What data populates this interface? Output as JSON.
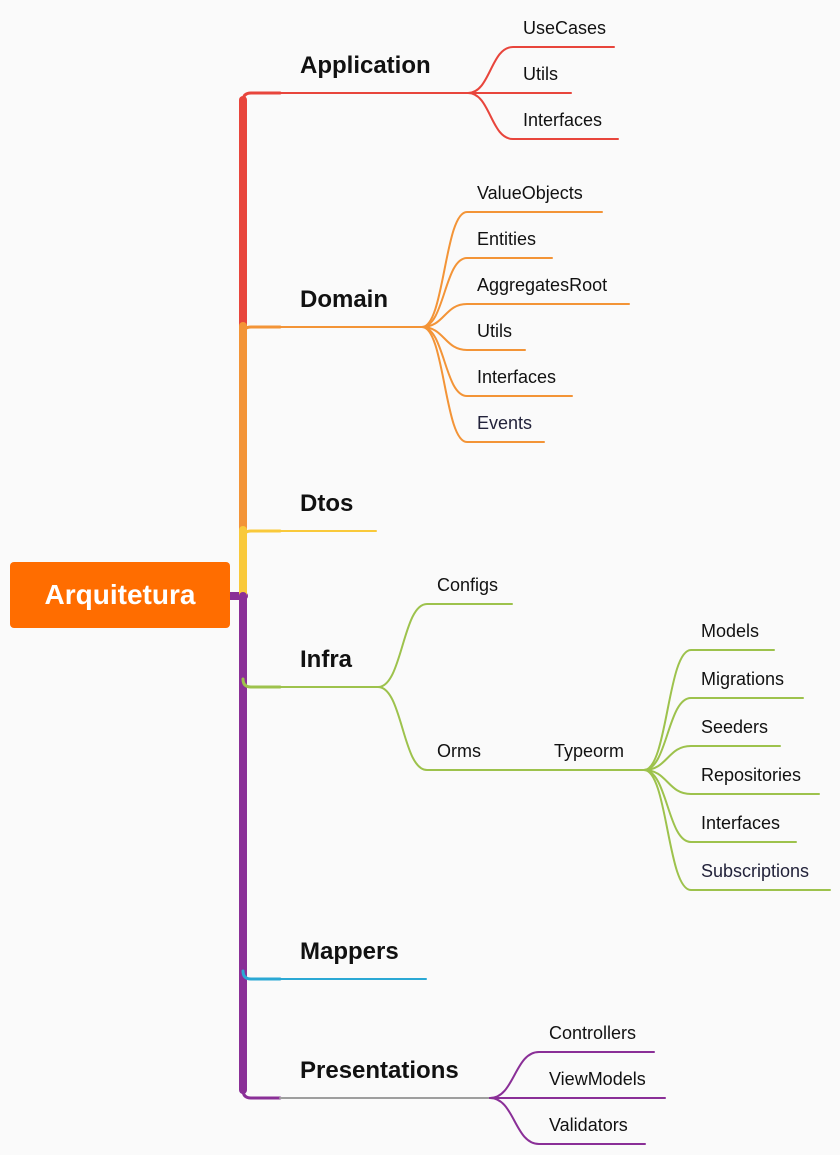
{
  "root": {
    "label": "Arquitetura",
    "color": "#ff6d00"
  },
  "branches": [
    {
      "id": "application",
      "label": "Application",
      "color": "#e8453c",
      "children": [
        {
          "label": "UseCases"
        },
        {
          "label": "Utils"
        },
        {
          "label": "Interfaces"
        }
      ]
    },
    {
      "id": "domain",
      "label": "Domain",
      "color": "#f39437",
      "children": [
        {
          "label": "ValueObjects"
        },
        {
          "label": "Entities"
        },
        {
          "label": "AggregatesRoot"
        },
        {
          "label": "Utils"
        },
        {
          "label": "Interfaces"
        },
        {
          "label": "Events"
        }
      ]
    },
    {
      "id": "dtos",
      "label": "Dtos",
      "color": "#f9c93a",
      "children": []
    },
    {
      "id": "infra",
      "label": "Infra",
      "color": "#9dc24c",
      "children": [
        {
          "label": "Configs"
        },
        {
          "label": "Orms",
          "children": [
            {
              "label": "Typeorm",
              "children": [
                {
                  "label": "Models"
                },
                {
                  "label": "Migrations"
                },
                {
                  "label": "Seeders"
                },
                {
                  "label": "Repositories"
                },
                {
                  "label": "Interfaces"
                },
                {
                  "label": "Subscriptions"
                }
              ]
            }
          ]
        }
      ]
    },
    {
      "id": "mappers",
      "label": "Mappers",
      "color": "#2aa8d4",
      "children": []
    },
    {
      "id": "presentations",
      "label": "Presentations",
      "color": "#8a2f97",
      "children": [
        {
          "label": "Controllers"
        },
        {
          "label": "ViewModels"
        },
        {
          "label": "Validators"
        }
      ]
    }
  ]
}
